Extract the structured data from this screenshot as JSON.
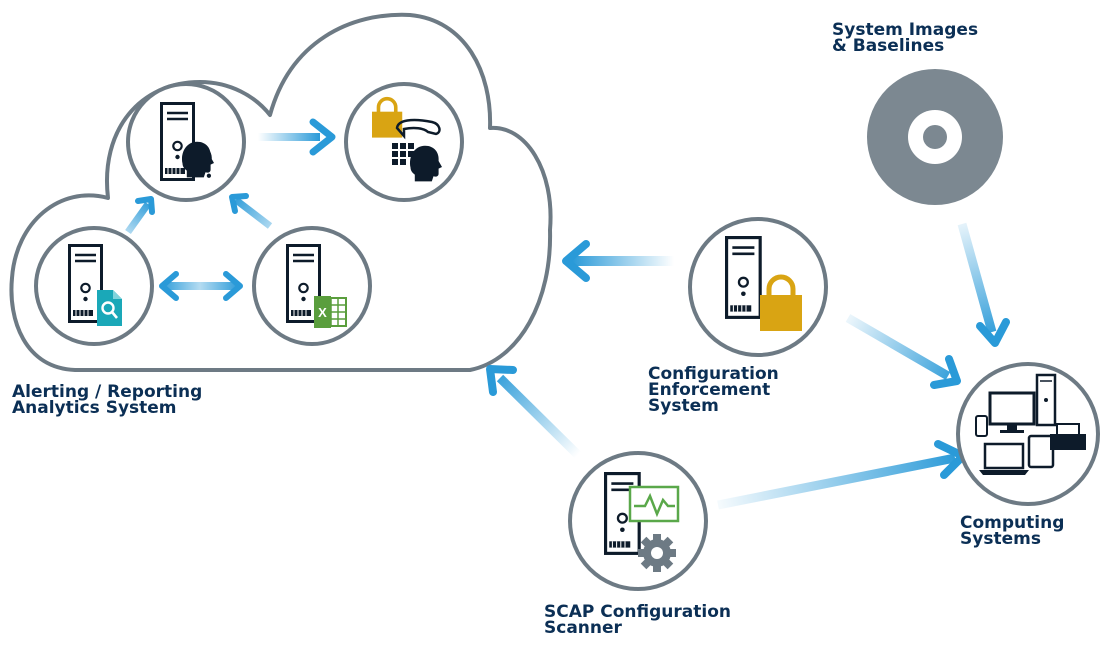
{
  "labels": {
    "analytics": {
      "line1": "Alerting / Reporting",
      "line2": "Analytics System"
    },
    "enforcement": {
      "line1": "Configuration",
      "line2": "Enforcement",
      "line3": "System"
    },
    "images": {
      "line1": "System Images",
      "line2": "& Baselines"
    },
    "computing": {
      "line1": "Computing",
      "line2": "Systems"
    },
    "scanner": {
      "line1": "SCAP Configuration",
      "line2": "Scanner"
    }
  },
  "colors": {
    "outline": "#6d7a84",
    "text": "#0b2f55",
    "arrow": "#2a9ad8",
    "lock": "#d9a413",
    "search": "#1aa8b8",
    "excel": "#5a9e3d",
    "monitor": "#5aa84a",
    "disc": "#7c8891",
    "gear": "#6d7a84"
  },
  "icons": {
    "analytics": "server-with-headset-icon",
    "secure-comms": "lock-phone-keypad-icon",
    "search": "server-with-search-document-icon",
    "excel": "server-with-spreadsheet-icon",
    "enforcement": "server-with-lock-icon",
    "disc": "disc-icon",
    "scanner": "server-with-monitor-and-gear-icon",
    "computing": "devices-icon"
  }
}
